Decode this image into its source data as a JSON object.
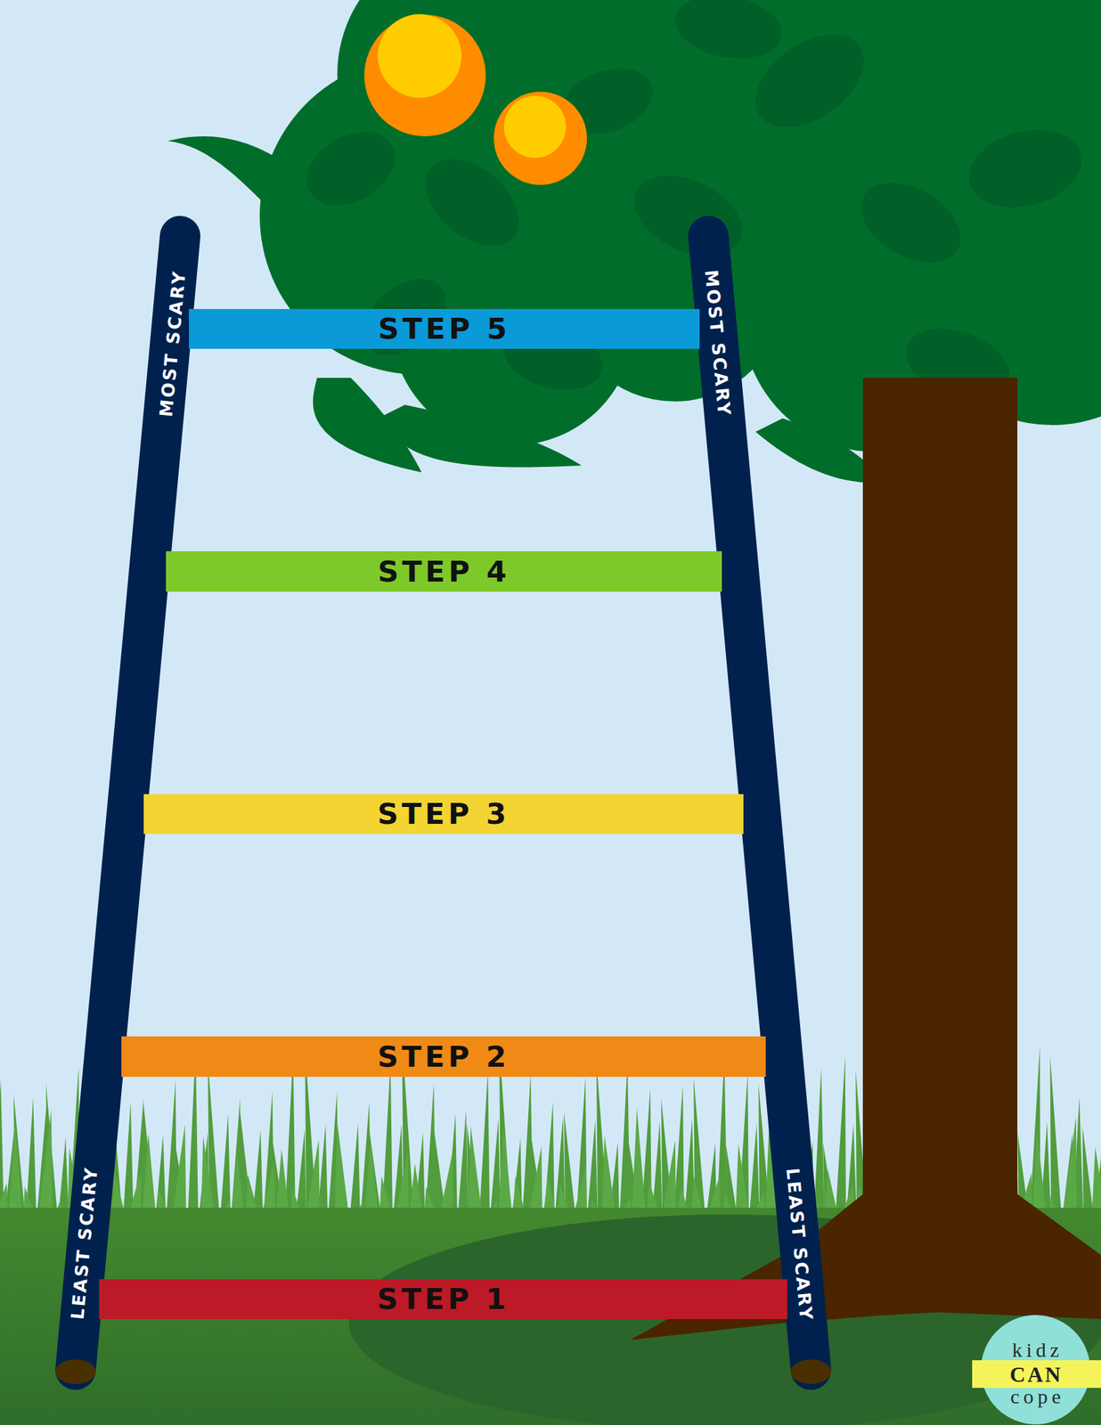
{
  "diagram": {
    "nodes": [
      {
        "text": [
          "STEP 5"
        ]
      },
      {
        "text": [
          "STEP 4"
        ]
      },
      {
        "text": [
          "STEP 3"
        ]
      },
      {
        "text": [
          "STEP 2"
        ]
      },
      {
        "text": [
          "STEP 1"
        ]
      }
    ],
    "labels": [
      "MOST SCARY",
      "MOST SCARY",
      "LEAST SCARY",
      "LEAST SCARY",
      "kidz",
      "CAN",
      "cope"
    ]
  }
}
